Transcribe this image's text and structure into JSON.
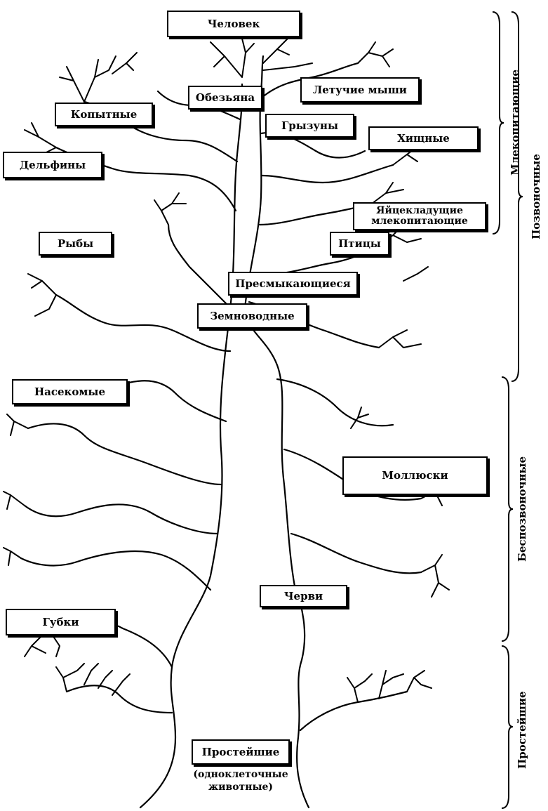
{
  "labels": {
    "chelovek": "Человек",
    "obezyana": "Обезьяна",
    "letuchie_myshi": "Летучие мыши",
    "kopytnye": "Копытные",
    "gryzuny": "Грызуны",
    "khishchnye": "Хищные",
    "delfiny": "Дельфины",
    "yaytsekladushchie_line1": "Яйцекладущие",
    "yaytsekladushchie_line2": "млекопитающие",
    "ryby": "Рыбы",
    "ptitsy": "Птицы",
    "presmykayushchiesya": "Пресмыкающиеся",
    "zemnovodnye": "Земноводные",
    "nasekomye": "Насекомые",
    "mollyuski": "Моллюски",
    "chervi": "Черви",
    "gubki": "Губки",
    "prosteyshie": "Простейшие",
    "prosteyshie_note_line1": "(одноклеточные",
    "prosteyshie_note_line2": "животные)"
  },
  "groups": {
    "mlekopitayushchie": "Млекопитающие",
    "pozvonochnye": "Позвоночные",
    "bespozvonochnye": "Беспозвоночные",
    "prosteyshie": "Простейшие"
  }
}
